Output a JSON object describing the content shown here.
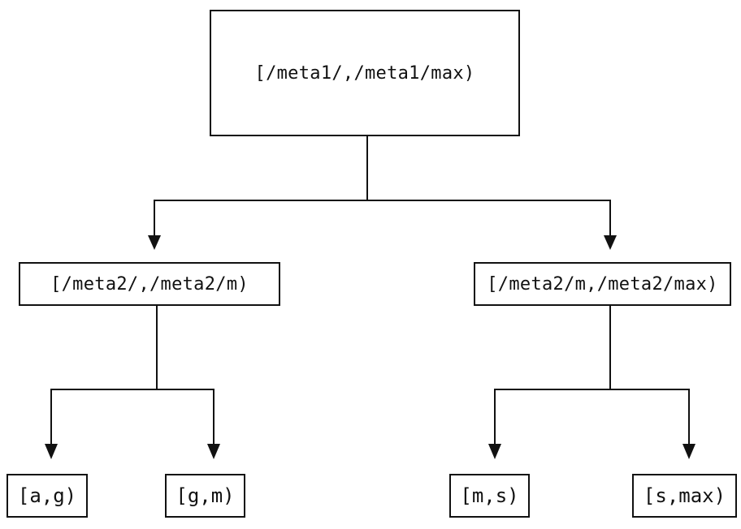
{
  "diagram": {
    "type": "tree",
    "nodes": {
      "root": {
        "label": "[/meta1/,/meta1/max)"
      },
      "meta2_left": {
        "label": "[/meta2/,/meta2/m)"
      },
      "meta2_right": {
        "label": "[/meta2/m,/meta2/max)"
      },
      "leaf_ag": {
        "label": "[a,g)"
      },
      "leaf_gm": {
        "label": "[g,m)"
      },
      "leaf_ms": {
        "label": "[m,s)"
      },
      "leaf_smax": {
        "label": "[s,max)"
      }
    },
    "edges": [
      {
        "from": "root",
        "to": "meta2_left"
      },
      {
        "from": "root",
        "to": "meta2_right"
      },
      {
        "from": "meta2_left",
        "to": "leaf_ag"
      },
      {
        "from": "meta2_left",
        "to": "leaf_gm"
      },
      {
        "from": "meta2_right",
        "to": "leaf_ms"
      },
      {
        "from": "meta2_right",
        "to": "leaf_smax"
      }
    ],
    "colors": {
      "line": "#111111",
      "text": "#111111",
      "background": "#ffffff"
    }
  }
}
